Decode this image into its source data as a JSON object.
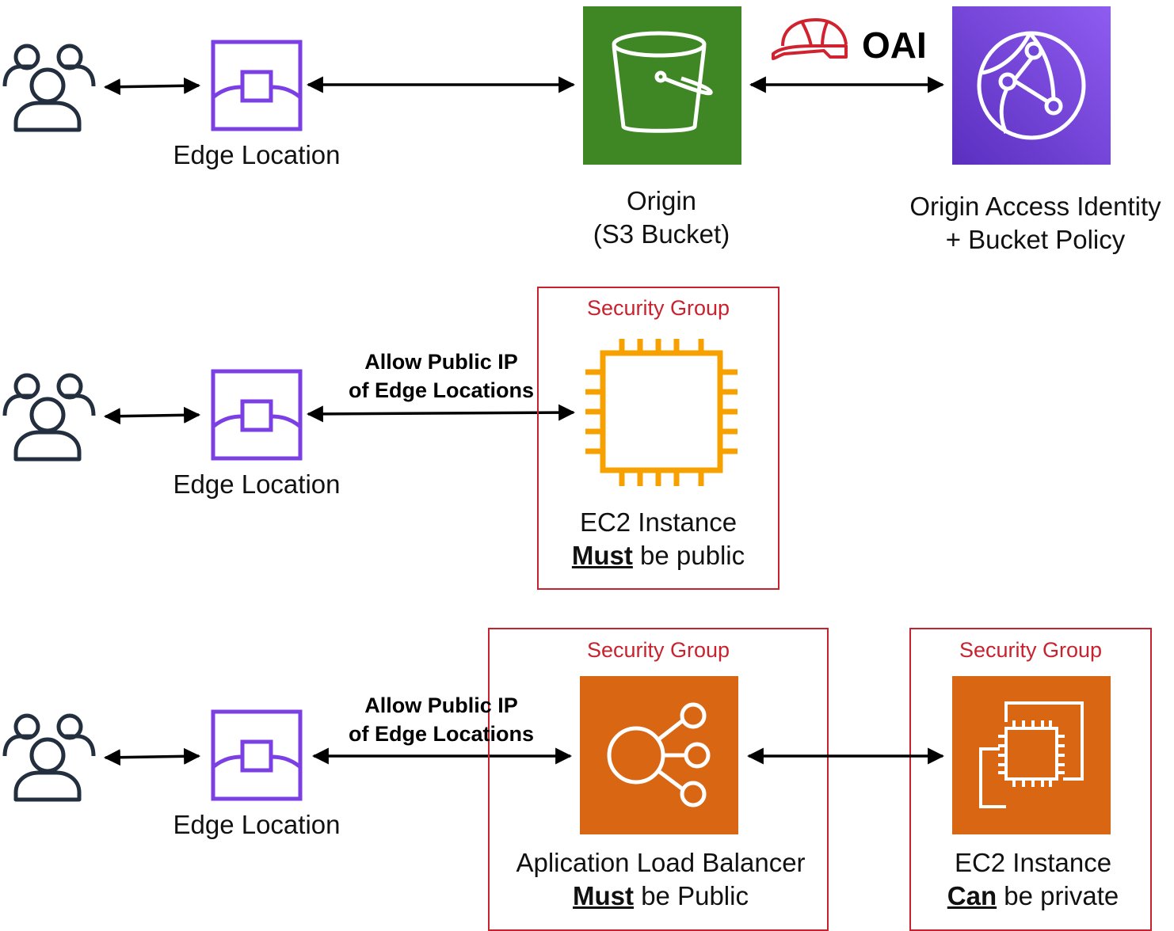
{
  "row1": {
    "edge_label": "Edge Location",
    "origin_line1": "Origin",
    "origin_line2": "(S3 Bucket)",
    "oai_badge": "OAI",
    "oai_line1": "Origin Access Identity",
    "oai_line2": "+ Bucket Policy"
  },
  "row2": {
    "edge_label": "Edge Location",
    "arrow_line1": "Allow Public IP",
    "arrow_line2": "of Edge Locations",
    "sg_title": "Security Group",
    "ec2_line1": "EC2 Instance",
    "ec2_emph": "Must",
    "ec2_rest": " be public"
  },
  "row3": {
    "edge_label": "Edge Location",
    "arrow_line1": "Allow Public IP",
    "arrow_line2": "of Edge Locations",
    "sg1_title": "Security Group",
    "alb_line1": "Aplication Load Balancer",
    "alb_emph": "Must",
    "alb_rest": " be Public",
    "sg2_title": "Security Group",
    "ec2_line1": "EC2 Instance",
    "ec2_emph": "Can",
    "ec2_rest": " be private"
  },
  "colors": {
    "edge_purple": "#7b3fe4",
    "s3_green": "#3f8624",
    "cloudfront_purple": "#7d47e0",
    "ec2_orange": "#f7a100",
    "alb_orange": "#d86613",
    "security_red": "#c7232f",
    "users_navy": "#232f3e"
  }
}
